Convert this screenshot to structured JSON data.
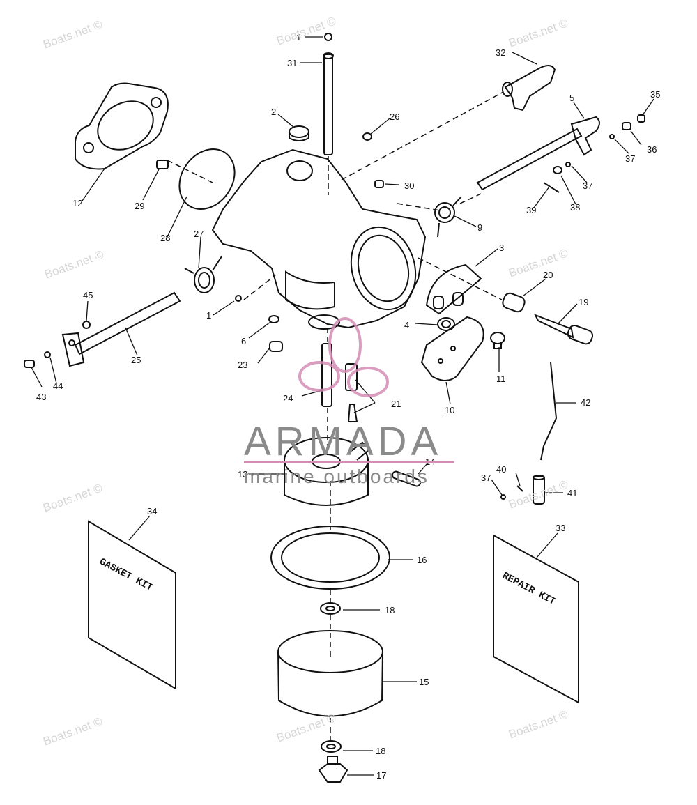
{
  "watermarks": [
    "Boats.net ©",
    "Boats.net ©",
    "Boats.net ©",
    "Boats.net ©",
    "Boats.net ©",
    "Boats.net ©",
    "Boats.net ©",
    "Boats.net ©",
    "Boats.net ©",
    "Boats.net ©"
  ],
  "brand": {
    "name": "ARMADA",
    "tagline": "marine outboards"
  },
  "kits": {
    "gasket": "GASKET KIT",
    "repair": "REPAIR KIT"
  },
  "callouts": [
    "1",
    "31",
    "32",
    "2",
    "26",
    "5",
    "35",
    "36",
    "37",
    "12",
    "29",
    "30",
    "37",
    "38",
    "39",
    "9",
    "28",
    "27",
    "3",
    "20",
    "19",
    "45",
    "1",
    "6",
    "4",
    "11",
    "23",
    "25",
    "10",
    "21",
    "24",
    "42",
    "43",
    "44",
    "14",
    "13",
    "40",
    "37",
    "41",
    "34",
    "33",
    "16",
    "18",
    "15",
    "18",
    "17"
  ],
  "colors": {
    "line": "#111111",
    "watermark": "#d6d6d6",
    "logo_pink": "#d48bb4",
    "brand_gray": "#8a8a8a"
  }
}
